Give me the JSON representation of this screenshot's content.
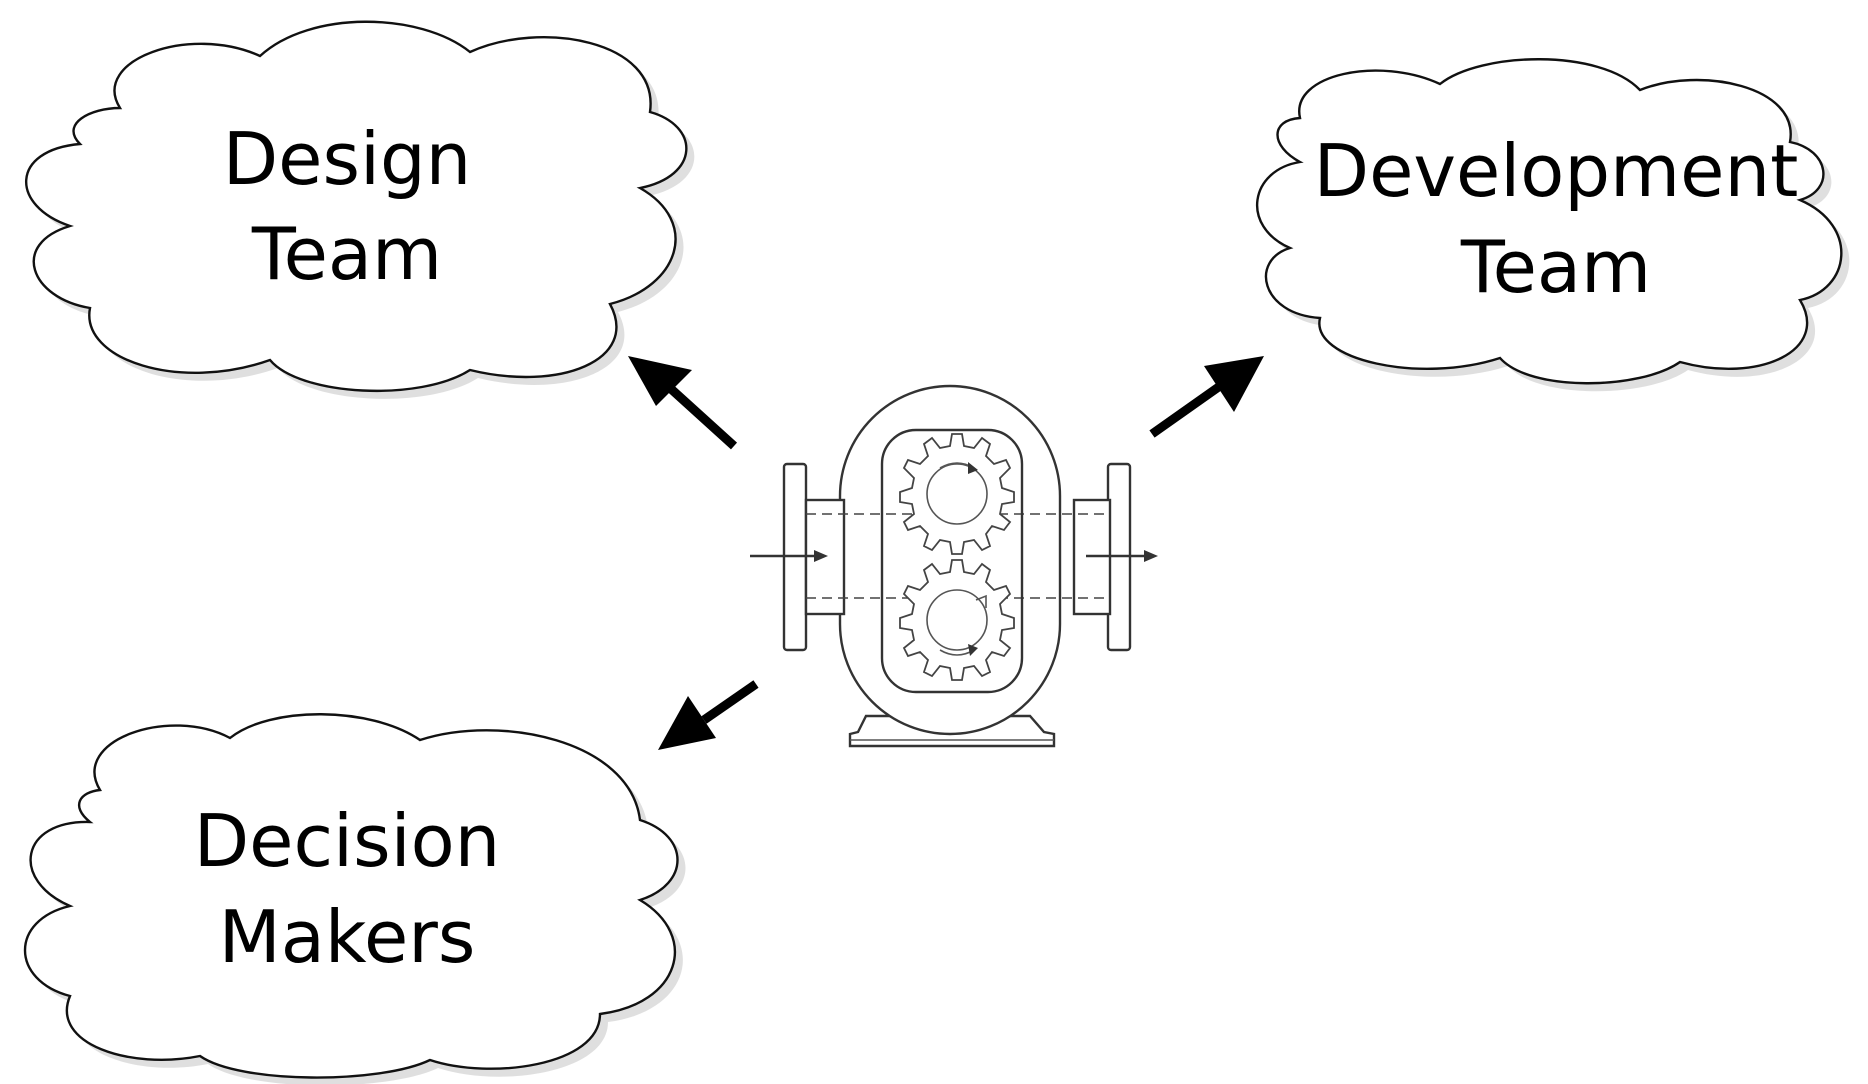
{
  "nodes": {
    "design": {
      "line1": "Design",
      "line2": "Team"
    },
    "development": {
      "line1": "Development",
      "line2": "Team"
    },
    "decision": {
      "line1": "Decision",
      "line2": "Makers"
    }
  },
  "center": {
    "icon": "gear-pump-icon"
  },
  "edges": [
    {
      "from": "center",
      "to": "design"
    },
    {
      "from": "center",
      "to": "development"
    },
    {
      "from": "center",
      "to": "decision"
    }
  ],
  "colors": {
    "stroke": "#111111",
    "fill": "#ffffff",
    "text": "#000000"
  }
}
